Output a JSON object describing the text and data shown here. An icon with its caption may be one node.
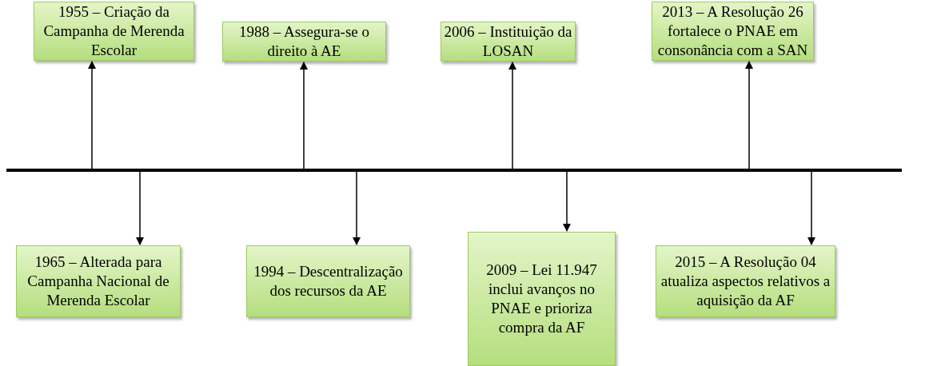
{
  "diagram": {
    "nodes": [
      {
        "text": [
          "1955 – Criação da Campanha de Merenda Escolar"
        ]
      },
      {
        "text": [
          "1988 – Assegura-se o direito à AE"
        ]
      },
      {
        "text": [
          "2006 – Instituição da LOSAN"
        ]
      },
      {
        "text": [
          "2013 – A Resolução 26 fortalece o PNAE em consonância com a SAN"
        ]
      },
      {
        "text": [],
        "shape": "bar"
      },
      {
        "text": [
          "1965 – Alterada para Campanha Nacional de Merenda Escolar"
        ]
      },
      {
        "text": [
          "1994 – Descentralização dos recursos da AE"
        ]
      },
      {
        "text": [
          "2009 – Lei 11.947 inclui avanços no PNAE e prioriza compra da AF"
        ]
      },
      {
        "text": [
          "2015 – A Resolução 04 atualiza aspectos relativos a aquisição da AF"
        ]
      }
    ],
    "edges": [
      {
        "from": 4,
        "to": 0,
        "arrow": "to"
      },
      {
        "from": 4,
        "to": 5,
        "arrow": "to"
      },
      {
        "from": 4,
        "to": 1,
        "arrow": "to"
      },
      {
        "from": 4,
        "to": 6,
        "arrow": "to"
      },
      {
        "from": 4,
        "to": 2,
        "arrow": "to"
      },
      {
        "from": 4,
        "to": 7,
        "arrow": "to"
      },
      {
        "from": 4,
        "to": 3,
        "arrow": "to"
      },
      {
        "from": 4,
        "to": 8,
        "arrow": "to"
      }
    ]
  }
}
